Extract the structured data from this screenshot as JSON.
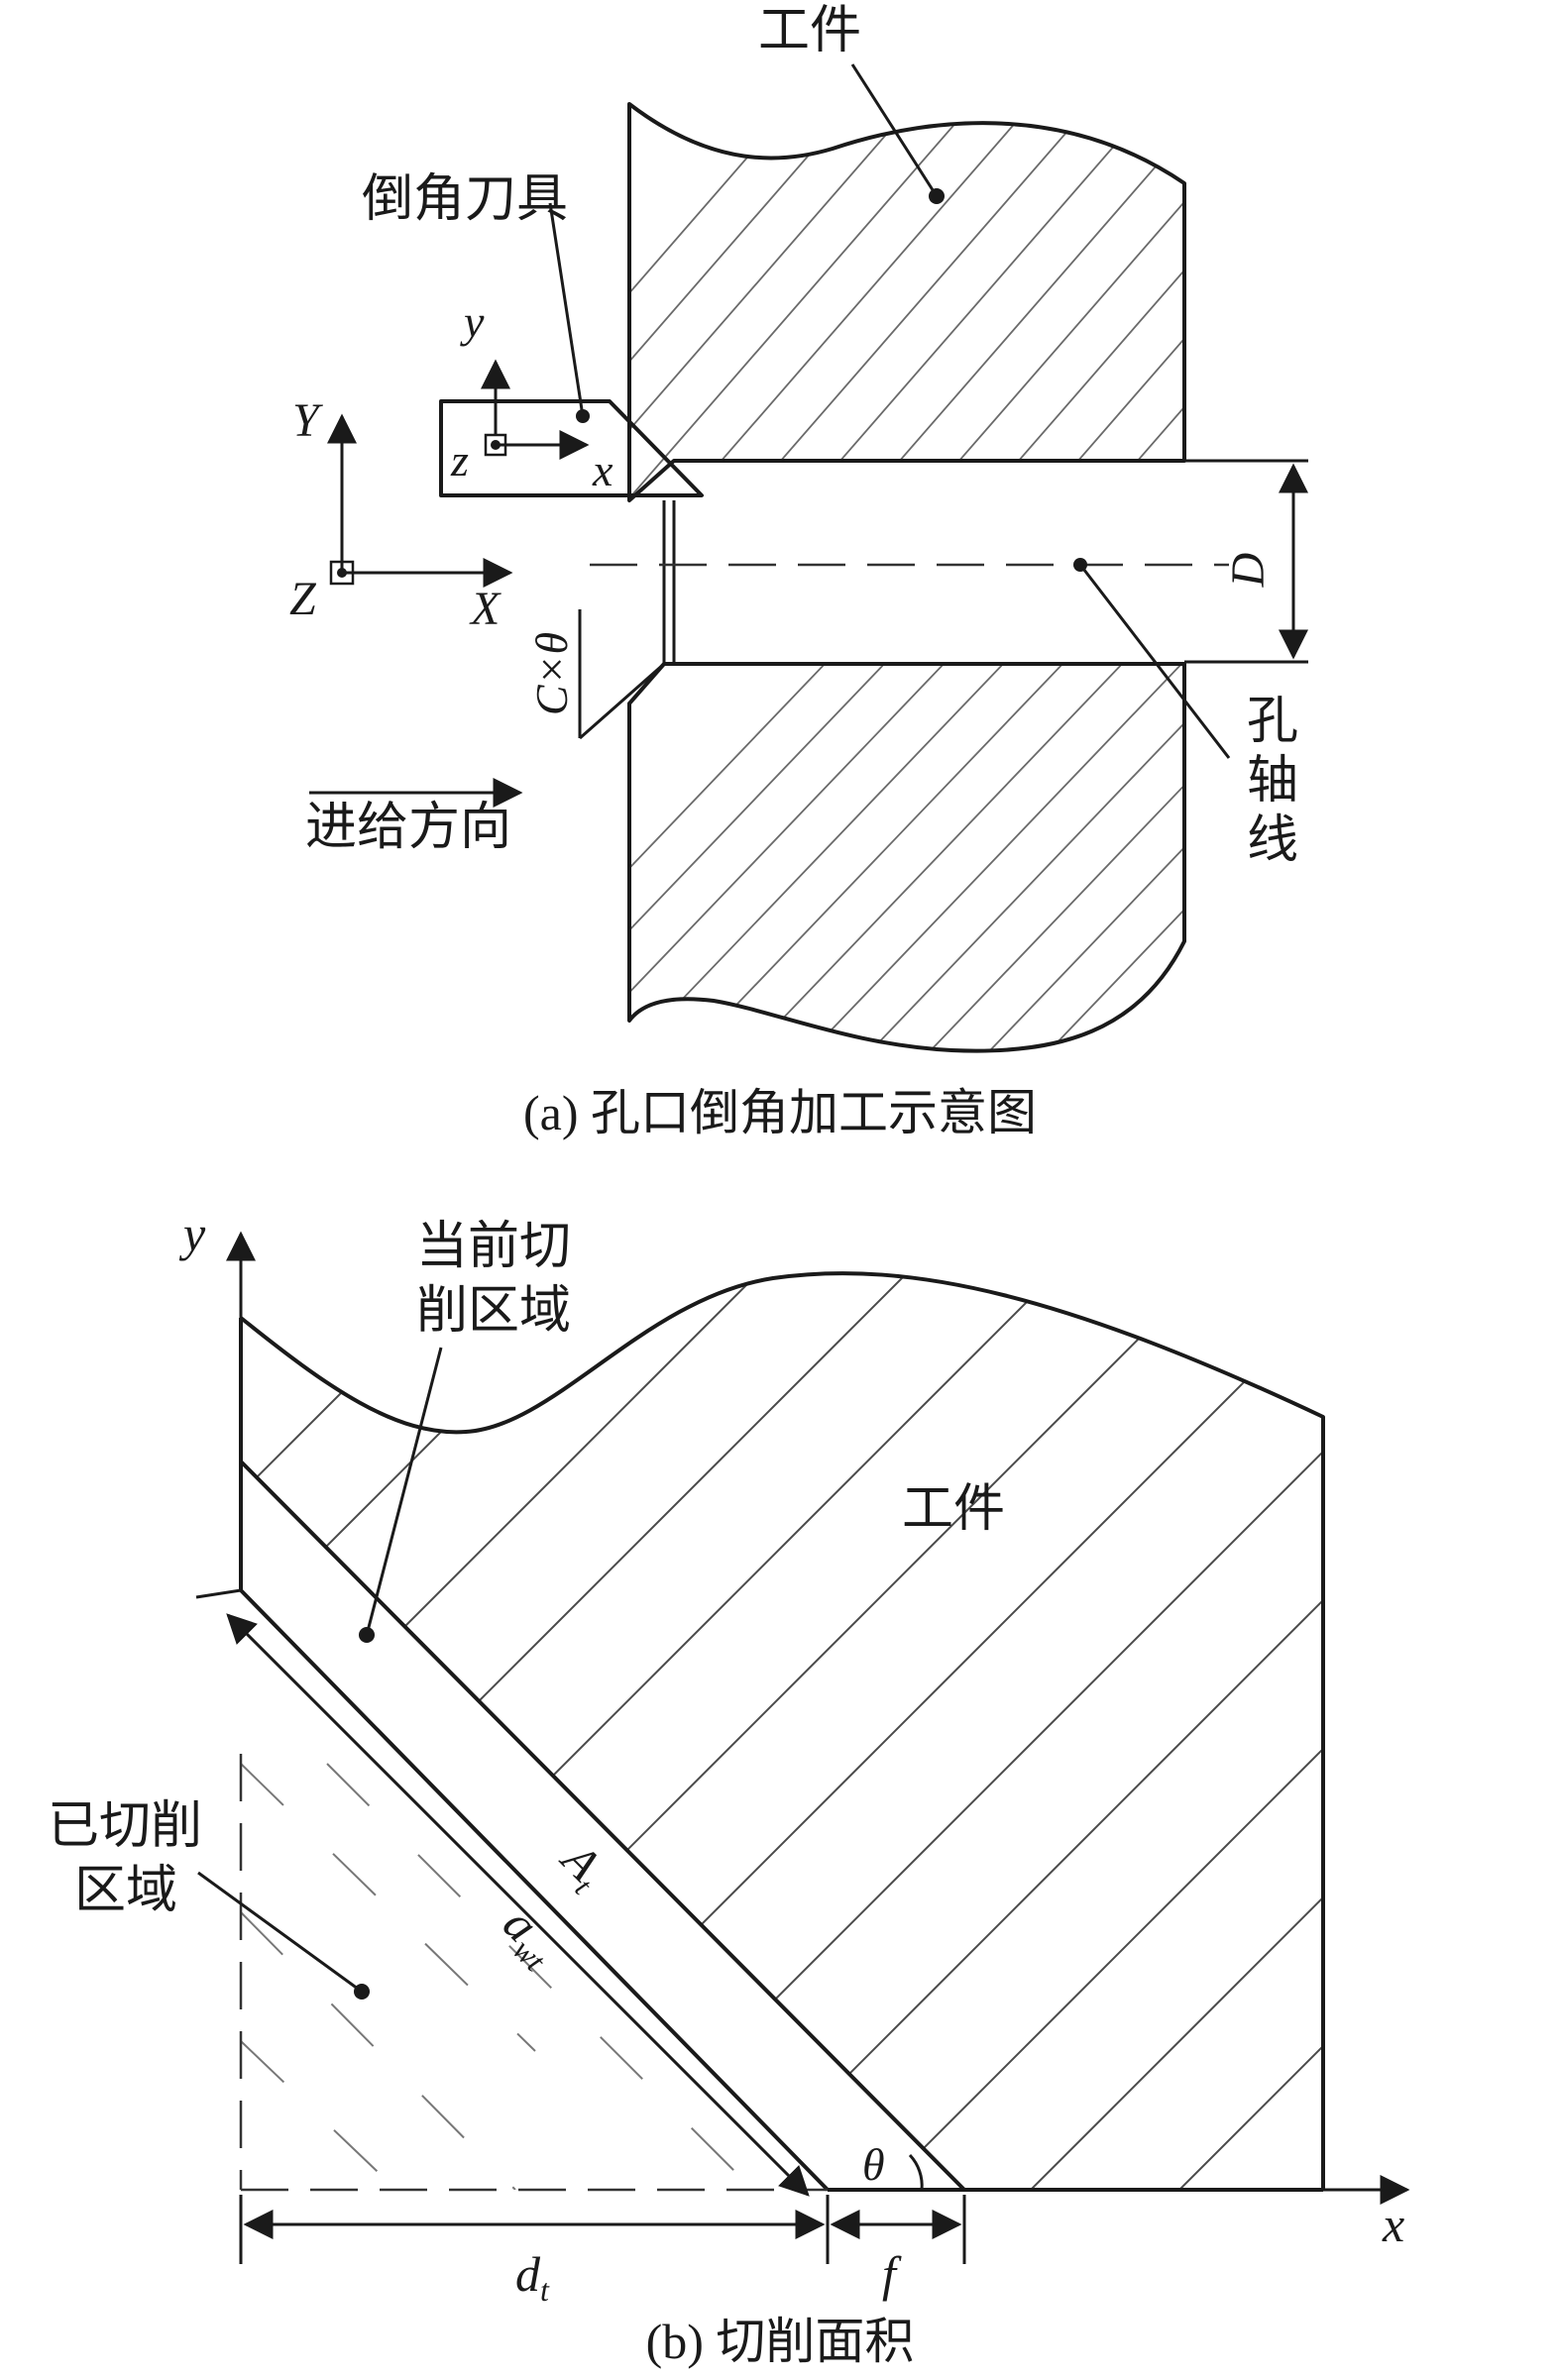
{
  "figure_a": {
    "labels": {
      "workpiece": "工件",
      "chamfer_tool": "倒角刀具",
      "hole_axis_1": "孔",
      "hole_axis_2": "轴",
      "hole_axis_3": "线",
      "feed_direction": "进给方向",
      "diameter": "D",
      "chamfer_spec": "C×θ",
      "tool_x": "x",
      "tool_y": "y",
      "tool_z": "z",
      "global_X": "X",
      "global_Y": "Y",
      "global_Z": "Z"
    },
    "caption": "(a) 孔口倒角加工示意图"
  },
  "figure_b": {
    "labels": {
      "current_cut_1": "当前切",
      "current_cut_2": "削区域",
      "cut_region_1": "已切削",
      "cut_region_2": "区域",
      "workpiece": "工件",
      "area_A": "A",
      "area_A_sub": "t",
      "a_wt": "a",
      "a_wt_sub": "wt",
      "d_t": "d",
      "d_t_sub": "t",
      "f": "f",
      "theta": "θ",
      "axis_x": "x",
      "axis_y": "y"
    },
    "caption": "(b) 切削面积"
  }
}
